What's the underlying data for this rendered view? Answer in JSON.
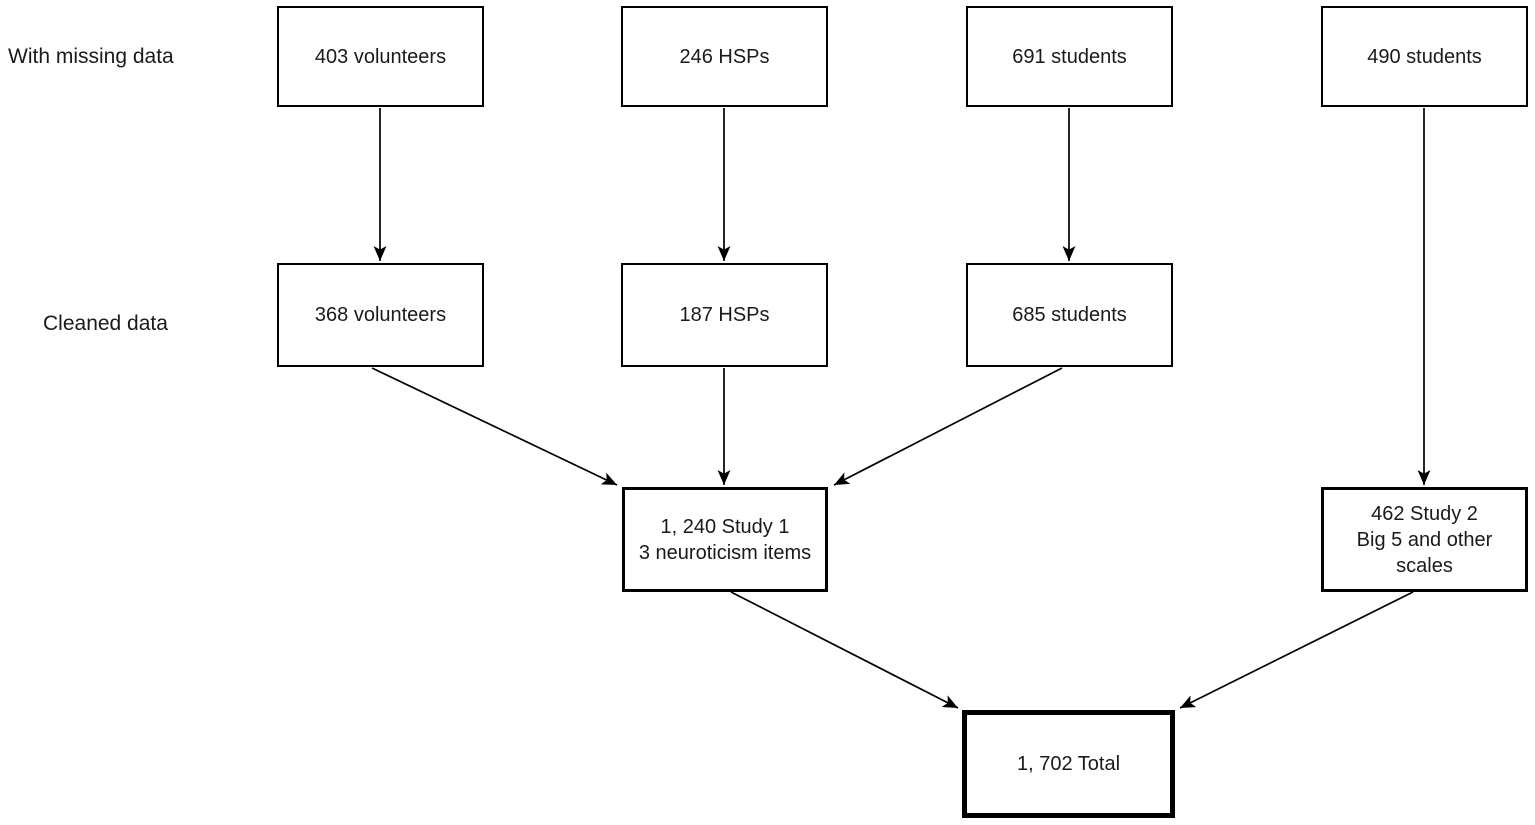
{
  "diagram": {
    "title_none": "",
    "row_labels": {
      "with_missing_data": "With missing data",
      "cleaned_data": "Cleaned data"
    },
    "nodes": {
      "volunteers_missing": "403 volunteers",
      "hsps_missing": "246 HSPs",
      "students_missing": "691 students",
      "students2_missing": "490 students",
      "volunteers_cleaned": "368 volunteers",
      "hsps_cleaned": "187 HSPs",
      "students_cleaned": "685 students",
      "study1": "1, 240 Study 1\n3 neuroticism items",
      "study2": "462 Study 2\nBig 5 and other\nscales",
      "total": "1, 702 Total"
    },
    "colors": {
      "line": "#000000",
      "box_border": "#000000",
      "background": "#ffffff",
      "text": "#1a1a1a"
    }
  }
}
